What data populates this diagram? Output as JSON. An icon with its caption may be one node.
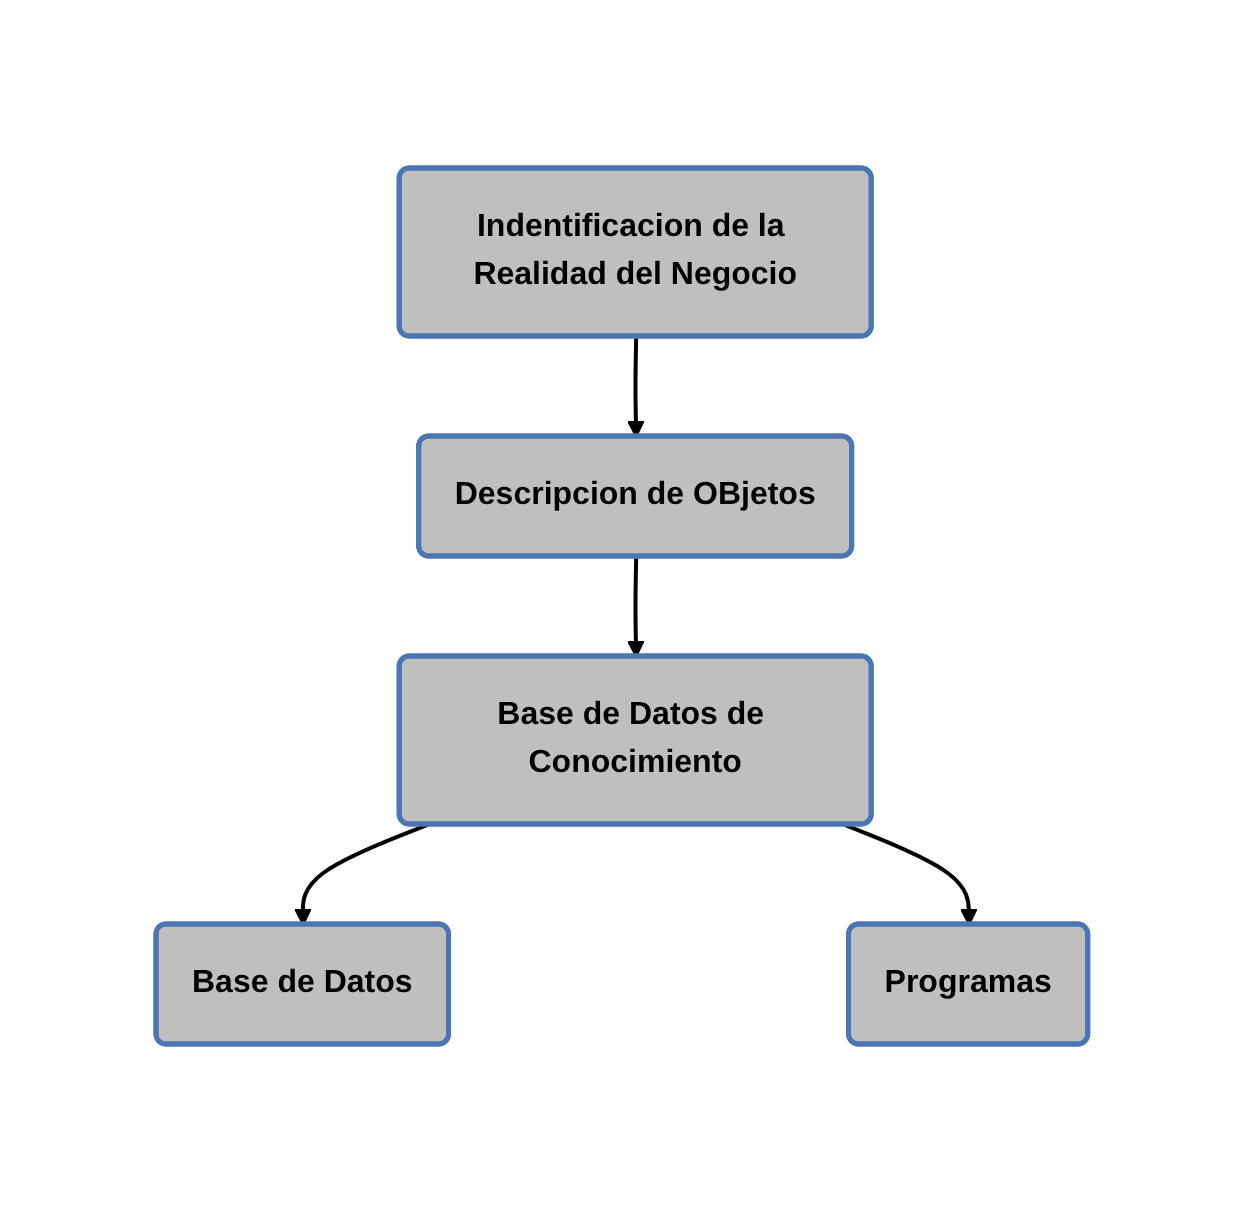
{
  "diagram": {
    "nodes": [
      {
        "text": [
          "Indentificacion de la Realidad del Negocio"
        ]
      },
      {
        "text": [
          "Descripcion de OBjetos"
        ]
      },
      {
        "text": [
          "Base de Datos de Conocimiento"
        ]
      },
      {
        "text": [
          "Base de Datos"
        ]
      },
      {
        "text": [
          "Programas"
        ]
      }
    ],
    "edges": [
      {
        "from": 0,
        "to": 1,
        "arrow": "to"
      },
      {
        "from": 1,
        "to": 2,
        "arrow": "to"
      },
      {
        "from": 2,
        "to": 3,
        "arrow": "to"
      },
      {
        "from": 2,
        "to": 4,
        "arrow": "to"
      }
    ]
  }
}
